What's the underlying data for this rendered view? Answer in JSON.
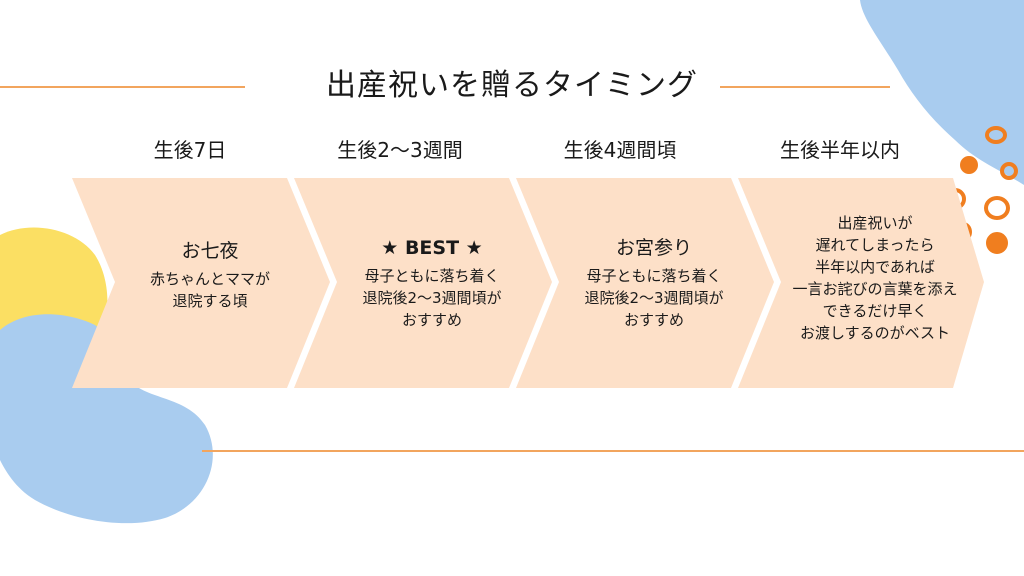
{
  "title": "出産祝いを贈るタイミング",
  "colors": {
    "accent_line": "#f2a55e",
    "chevron_fill": "#fde0c8",
    "blob_blue": "#a9ccef",
    "blob_yellow": "#fbdf63",
    "dot_orange": "#f07e1f"
  },
  "steps": [
    {
      "period": "生後7日",
      "heading": "お七夜",
      "body": "赤ちゃんとママが\n退院する頃"
    },
    {
      "period": "生後2〜3週間",
      "heading": "★ BEST ★",
      "body": "母子ともに落ち着く\n退院後2〜3週間頃が\nおすすめ"
    },
    {
      "period": "生後4週間頃",
      "heading": "お宮参り",
      "body": "母子ともに落ち着く\n退院後2〜3週間頃が\nおすすめ"
    },
    {
      "period": "生後半年以内",
      "heading": "",
      "body": "出産祝いが\n遅れてしまったら\n半年以内であれば\n一言お詫びの言葉を添え\nできるだけ早く\nお渡しするのがベスト"
    }
  ]
}
